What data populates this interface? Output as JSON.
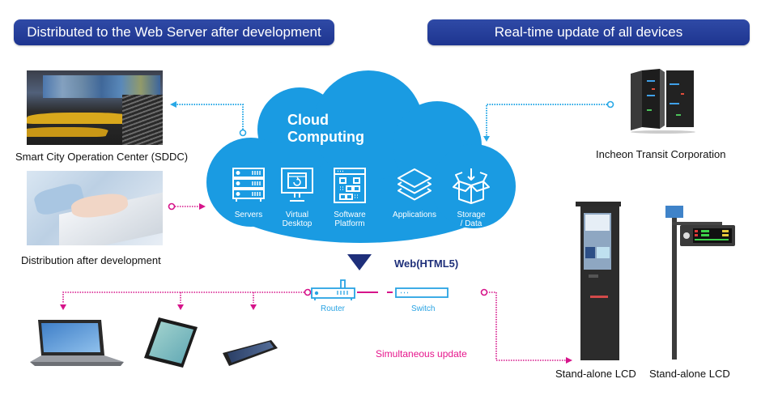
{
  "banners": {
    "left": "Distributed to the Web Server after development",
    "right": "Real-time update of all devices"
  },
  "left_sources": [
    {
      "caption": "Smart City Operation Center (SDDC)",
      "image": "control-room-photo"
    },
    {
      "caption": "Distribution after development",
      "image": "typing-on-laptop-photo"
    }
  ],
  "cloud": {
    "title_line1": "Cloud",
    "title_line2": "Computing",
    "items": [
      {
        "icon": "servers-icon",
        "label_line1": "Servers",
        "label_line2": ""
      },
      {
        "icon": "virtual-desktop-icon",
        "label_line1": "Virtual",
        "label_line2": "Desktop"
      },
      {
        "icon": "software-platform-icon",
        "label_line1": "Software",
        "label_line2": "Platform"
      },
      {
        "icon": "applications-icon",
        "label_line1": "Applications",
        "label_line2": ""
      },
      {
        "icon": "storage-data-icon",
        "label_line1": "Storage",
        "label_line2": "/ Data"
      }
    ]
  },
  "network": {
    "protocol_label": "Web(HTML5)",
    "router_label": "Router",
    "switch_label": "Switch",
    "update_label": "Simultaneous update"
  },
  "client_devices": [
    "laptop",
    "tablet",
    "smartphone"
  ],
  "right_targets": [
    {
      "caption": "Incheon Transit Corporation",
      "image": "server-rack-photo"
    },
    {
      "caption": "Stand-alone LCD",
      "image": "kiosk-lcd-photo"
    },
    {
      "caption": "Stand-alone LCD",
      "image": "bus-stop-pole-lcd-photo"
    }
  ],
  "colors": {
    "banner_blue": "#2440a0",
    "cloud_blue": "#1a9be2",
    "connector_cyan": "#29a8e6",
    "connector_magenta": "#d6148a",
    "update_text": "#e6168c",
    "protocol_text": "#1e2f7a"
  }
}
